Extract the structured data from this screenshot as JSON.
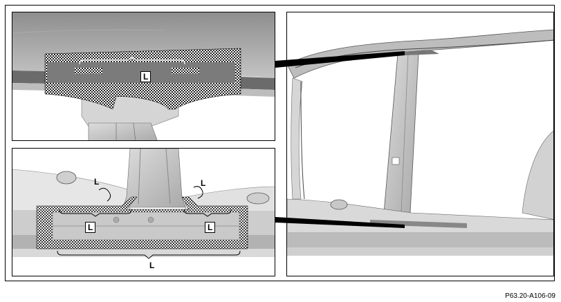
{
  "diagram": {
    "reference_code": "P63.20-A106-09",
    "callouts": {
      "top_l": "L",
      "bottom_left_l": "L",
      "bottom_right_l": "L",
      "bottom_inner_left_l": "L",
      "bottom_inner_right_l": "L",
      "bottom_span_l": "L"
    }
  }
}
